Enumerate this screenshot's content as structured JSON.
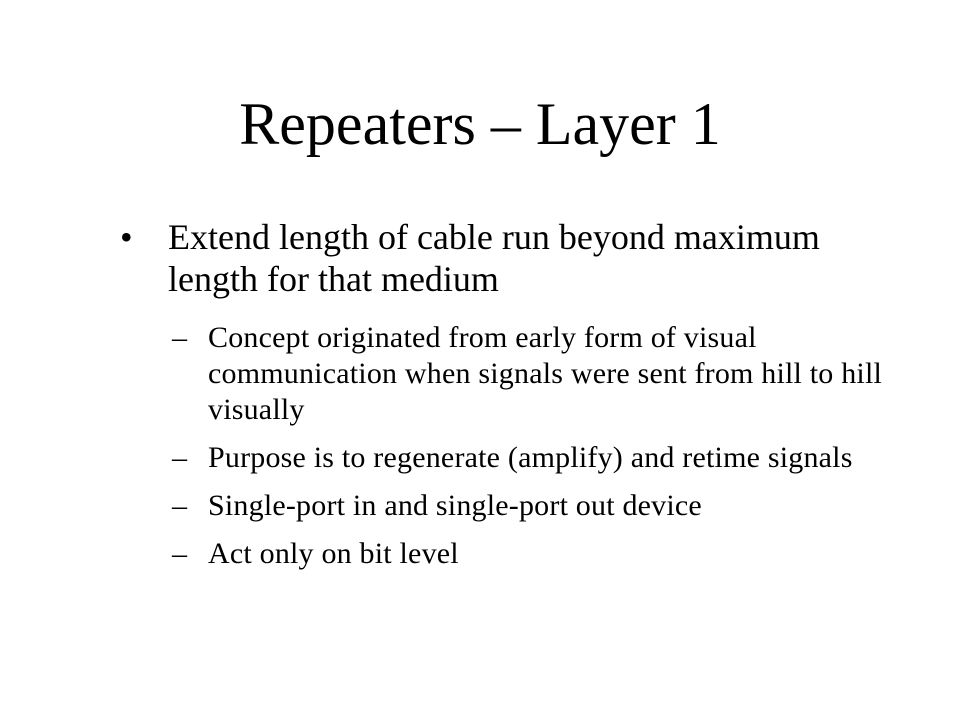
{
  "slide": {
    "title": "Repeaters – Layer 1",
    "bullets": [
      {
        "mark": "•",
        "text": "Extend length of cable run beyond maximum length for that medium",
        "sub_items": [
          {
            "mark": "–",
            "text": "Concept originated from early form of visual communication when signals were sent from hill to hill visually"
          },
          {
            "mark": "–",
            "text": "Purpose is to regenerate (amplify) and retime signals"
          },
          {
            "mark": "–",
            "text": "Single-port in and single-port out device"
          },
          {
            "mark": "–",
            "text": "Act only on bit level"
          }
        ]
      }
    ]
  }
}
